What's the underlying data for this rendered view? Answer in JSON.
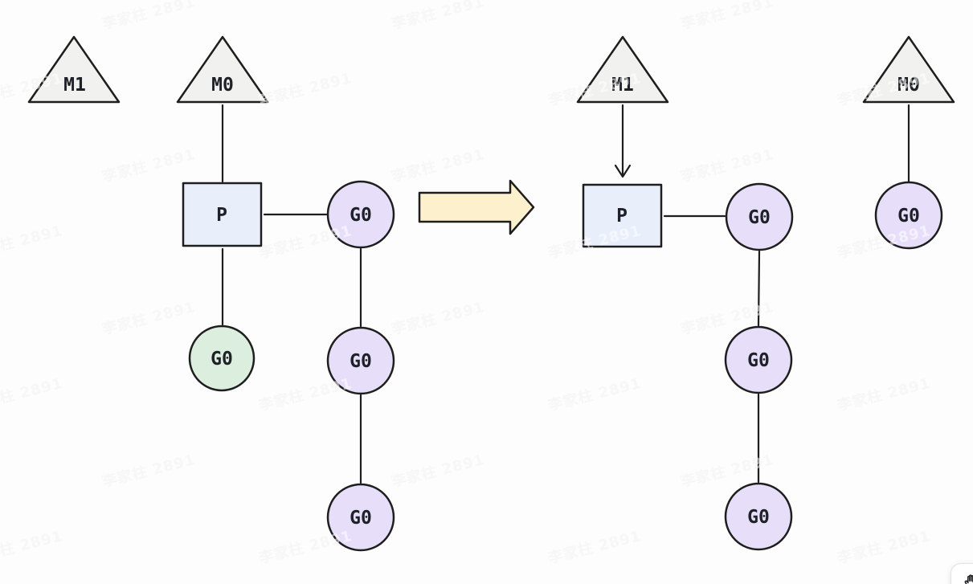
{
  "watermark": {
    "text": "李家柱 2891"
  },
  "colors": {
    "background": "#fdfdfd",
    "stroke": "#1e1e1e",
    "label": "#1f2128",
    "triangle_fill": "#f1f1ef",
    "square_fill": "#e9eefb",
    "circle_purple_fill": "#e7dffa",
    "circle_green_fill": "#dceede",
    "arrow_fill": "#fdf0cd"
  },
  "left_group": {
    "m1": "M1",
    "m0": "M0",
    "p": "P",
    "g0_partner": "G0",
    "g0_child": "G0",
    "g0_mid": "G0",
    "g0_bottom": "G0"
  },
  "right_group": {
    "m1": "M1",
    "p": "P",
    "g0_partner": "G0",
    "g0_mid": "G0",
    "g0_bottom": "G0"
  },
  "far_right_group": {
    "m0": "M0",
    "g0": "G0"
  },
  "floating_button": {
    "icon": "hand-tool-icon"
  }
}
